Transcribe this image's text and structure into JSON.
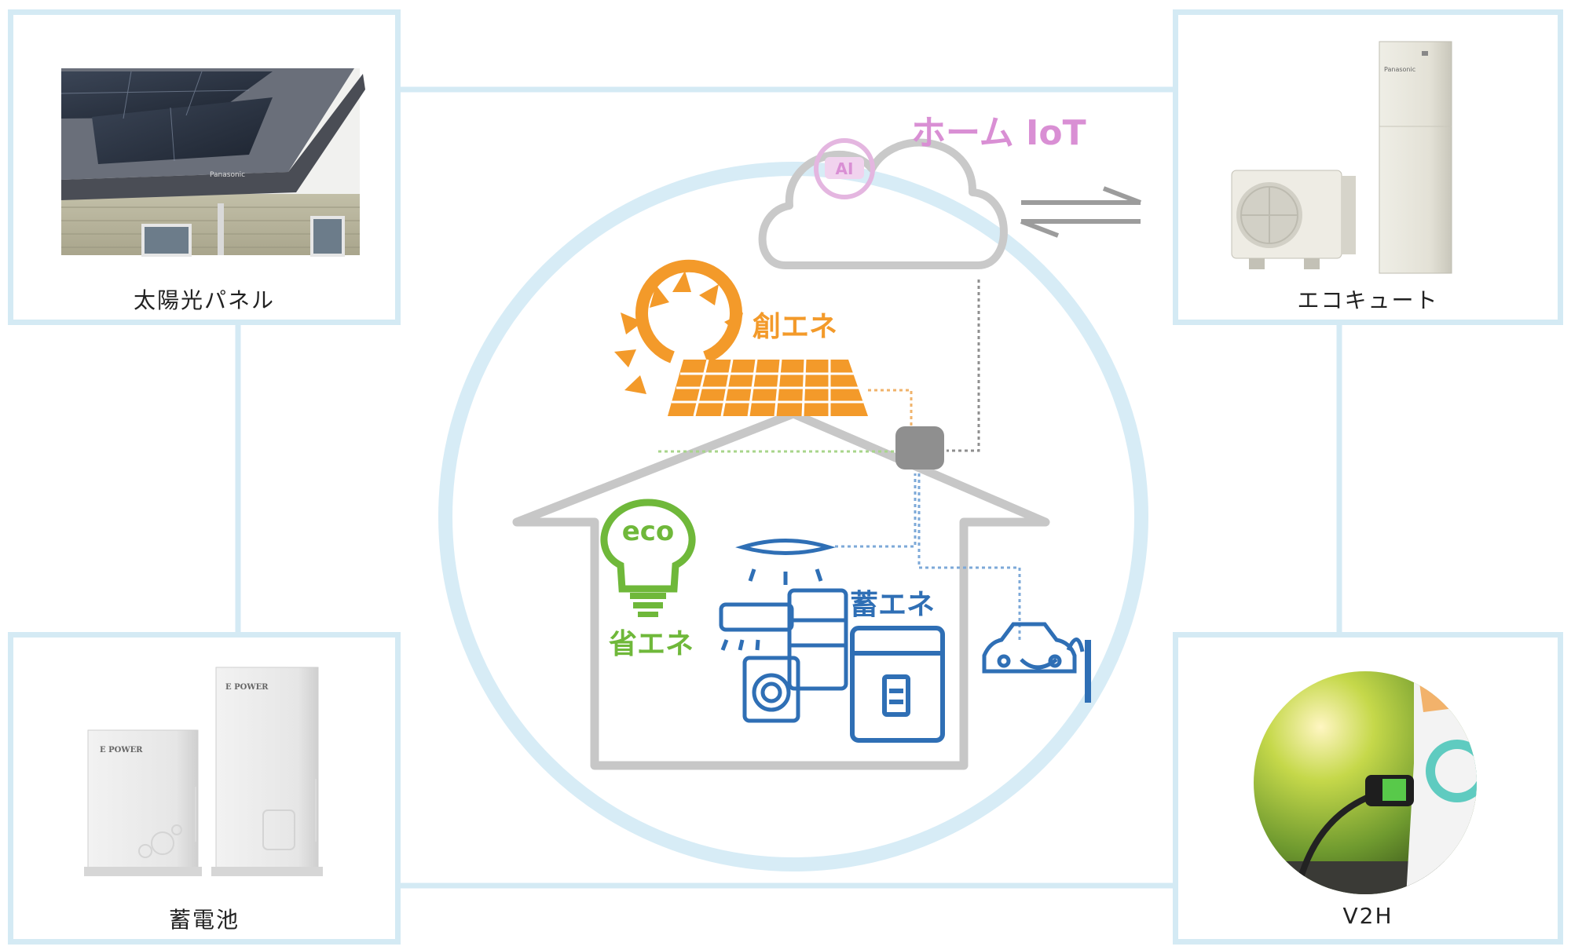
{
  "center": {
    "iot_label": "ホーム IoT",
    "ai_badge": "AI",
    "create_energy_label": "創エネ",
    "save_energy_label": "省エネ",
    "store_energy_label": "蓄エネ",
    "eco_bulb_text": "eco"
  },
  "cards": {
    "solar": {
      "caption": "太陽光パネル",
      "brand": "Panasonic"
    },
    "ecocute": {
      "caption": "エコキュート",
      "brand": "Panasonic"
    },
    "battery": {
      "caption": "蓄電池",
      "brand": "E POWER"
    },
    "v2h": {
      "caption": "V2H"
    }
  },
  "colors": {
    "frame": "#d4eaf4",
    "circle": "#d7ecf6",
    "house": "#c7c7c7",
    "create": "#f39a2a",
    "save": "#6fb83a",
    "store": "#2f6fb5",
    "iot": "#d98fd4"
  }
}
